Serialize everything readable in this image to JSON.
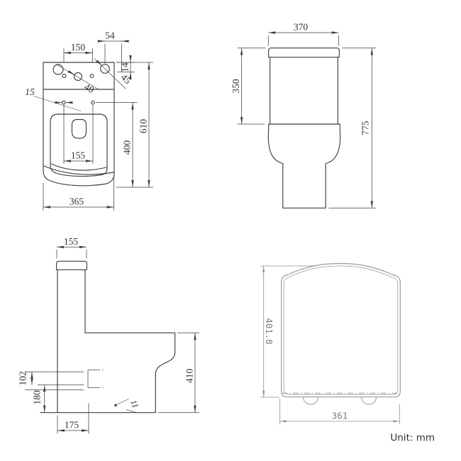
{
  "unit_label": "Unit: mm",
  "colors": {
    "line_primary": "#3f3f3f",
    "line_seat_view": "#9c9c9c",
    "text_primary": "#323232",
    "text_seat_view": "#7d7d7d"
  },
  "views": {
    "top": {
      "label": "toilet-top-view",
      "dims": {
        "hole_pitch_150": "150",
        "offset_54": "54",
        "offset_14": "14",
        "dia_45": "45",
        "dia_40": "40",
        "dia_15": "15",
        "seat_hole_pitch_155": "155",
        "depth_400": "400",
        "depth_610": "610",
        "width_365": "365"
      }
    },
    "front": {
      "label": "toilet-front-view",
      "dims": {
        "tank_width_370": "370",
        "tank_height_350": "350",
        "total_height_775": "775"
      }
    },
    "side": {
      "label": "toilet-side-view",
      "dims": {
        "tank_depth_155": "155",
        "inlet_gap_102": "102",
        "outlet_height_180": "180",
        "outlet_setout_175": "175",
        "bowl_height_410": "410",
        "note_11": "11"
      }
    },
    "seat": {
      "label": "toilet-seat-view",
      "dims": {
        "length_401_8": "401.8",
        "width_361": "361"
      }
    }
  }
}
